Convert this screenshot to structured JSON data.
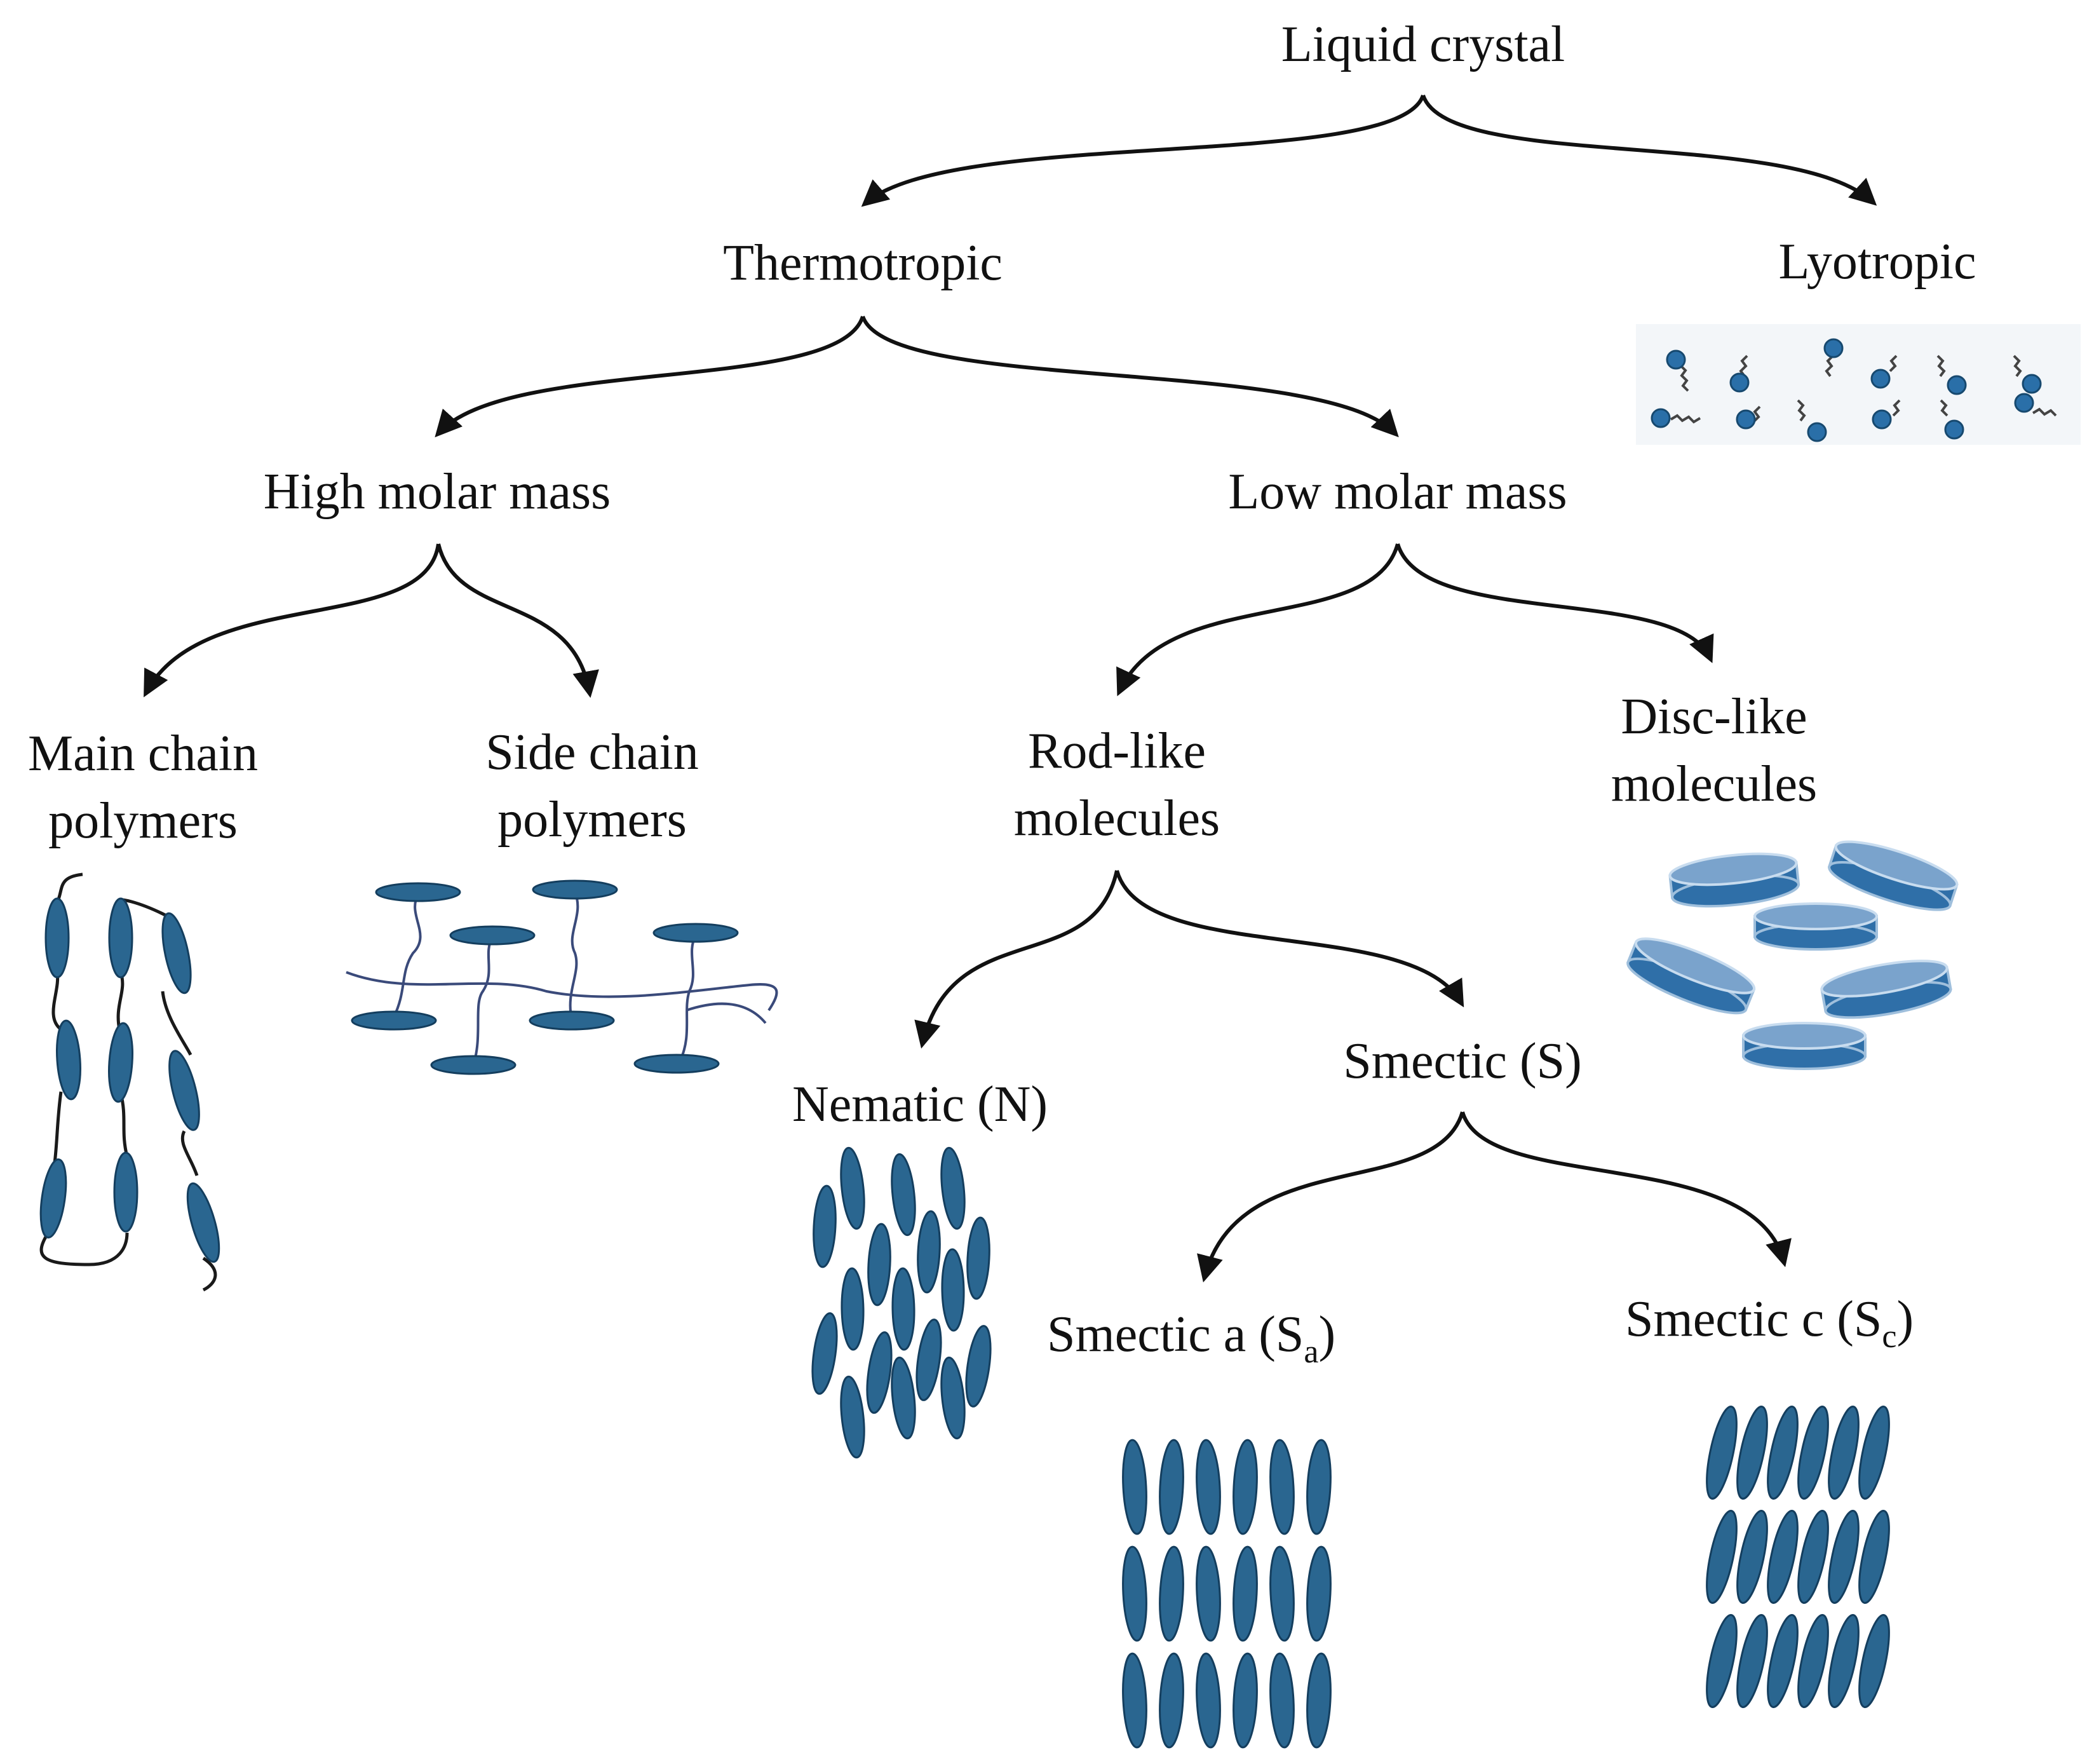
{
  "nodes": {
    "liquid_crystal": "Liquid crystal",
    "thermotropic": "Thermotropic",
    "lyotropic": "Lyotropic",
    "high_molar_mass": "High molar mass",
    "low_molar_mass": "Low molar mass",
    "main_chain_1": "Main chain",
    "main_chain_2": "polymers",
    "side_chain_1": "Side chain",
    "side_chain_2": "polymers",
    "rod_like_1": "Rod-like",
    "rod_like_2": "molecules",
    "disc_like_1": "Disc-like",
    "disc_like_2": "molecules",
    "nematic": "Nematic (N)",
    "smectic": "Smectic (S)",
    "smectic_a": "Smectic a (S",
    "smectic_a_sub": "a",
    "smectic_c": "Smectic c (S",
    "smectic_c_sub": "c",
    "close_paren": ")"
  },
  "colors": {
    "molecule": "#2a6690",
    "text": "#111111",
    "disc_top": "#7aa3cc"
  },
  "icons": [
    "main-chain-polymer-icon",
    "side-chain-polymer-icon",
    "lyotropic-amphiphile-icon",
    "disc-molecules-icon",
    "nematic-arrangement-icon",
    "smectic-a-arrangement-icon",
    "smectic-c-arrangement-icon"
  ]
}
